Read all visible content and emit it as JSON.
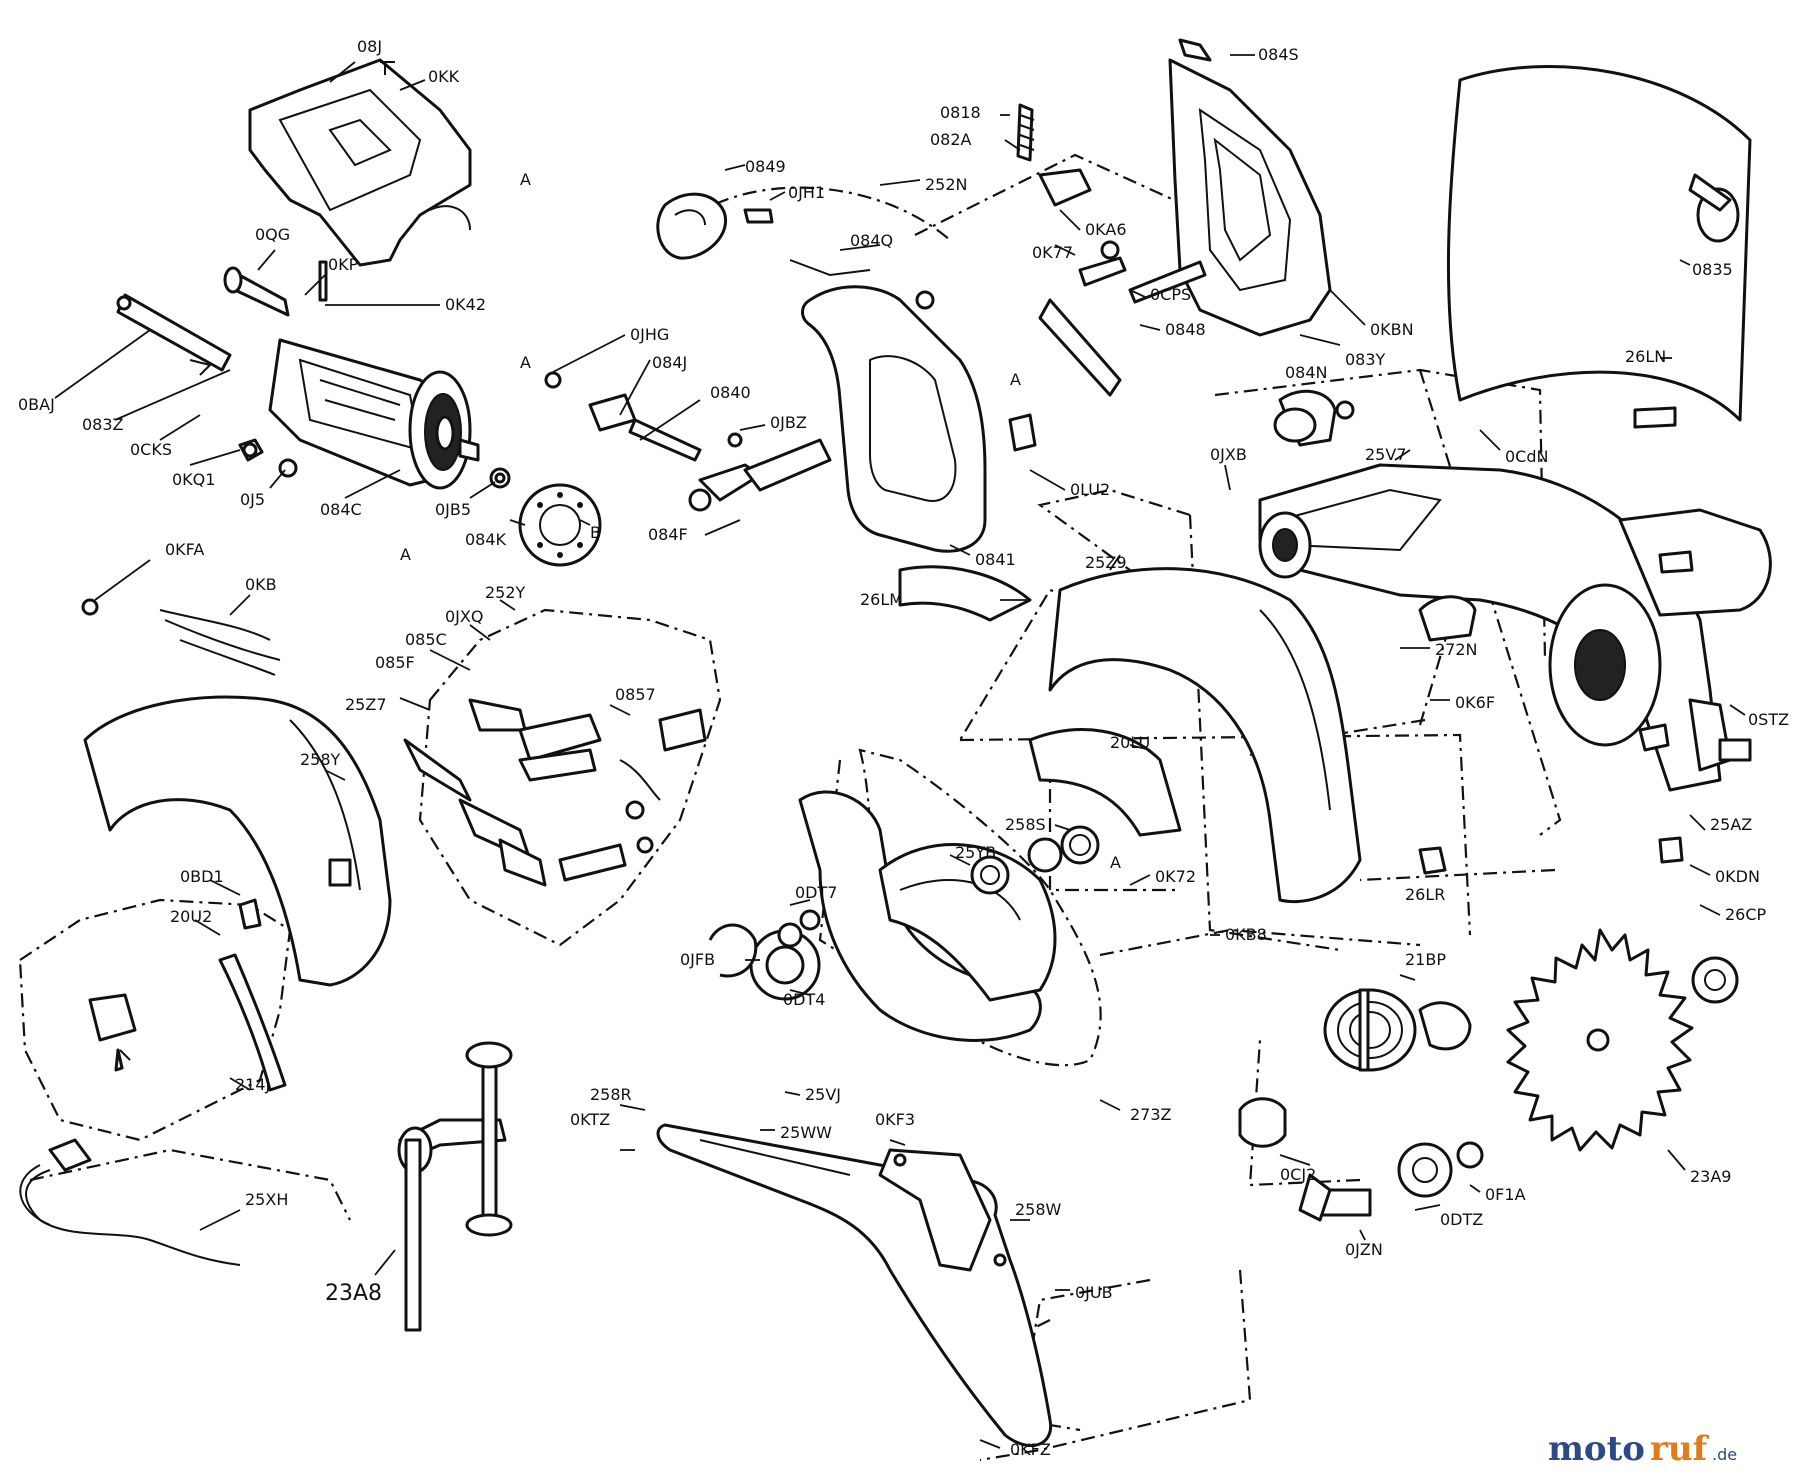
{
  "labels": {
    "l_08J": "08J",
    "l_0KK": "0KK",
    "l_0QG": "0QG",
    "l_0KP": "0KP",
    "l_0K42": "0K42",
    "l_0BAJ": "0BAJ",
    "l_083Z": "083Z",
    "l_0CKS": "0CKS",
    "l_0KQ1": "0KQ1",
    "l_0J5": "0J5",
    "l_084C": "084C",
    "l_0JB5": "0JB5",
    "l_084K": "084K",
    "l_B": "B",
    "l_0849": "0849",
    "l_0JH1": "0JH1",
    "l_252N": "252N",
    "l_084Q": "084Q",
    "l_0JHG": "0JHG",
    "l_084J": "084J",
    "l_0840": "0840",
    "l_0JBZ": "0JBZ",
    "l_084F": "084F",
    "l_084S": "084S",
    "l_0818": "0818",
    "l_082A": "082A",
    "l_0KA6": "0KA6",
    "l_0K77": "0K77",
    "l_0CPS": "0CPS",
    "l_0848": "0848",
    "l_0LU2": "0LU2",
    "l_0841": "0841",
    "l_0KBN": "0KBN",
    "l_083Y": "083Y",
    "l_0835": "0835",
    "l_26LN": "26LN",
    "l_084N": "084N",
    "l_0CdN": "0CdN",
    "l_0JXB": "0JXB",
    "l_25V7": "25V7",
    "l_25Z9": "25Z9",
    "l_26LM": "26LM",
    "l_272N": "272N",
    "l_0K6F": "0K6F",
    "l_0STZ": "0STZ",
    "l_0KFA": "0KFA",
    "l_0KB": "0KB",
    "l_252Y": "252Y",
    "l_0JXQ": "0JXQ",
    "l_085C": "085C",
    "l_085F": "085F",
    "l_25Z7": "25Z7",
    "l_0857": "0857",
    "l_258Y": "258Y",
    "l_0BD1": "0BD1",
    "l_20U2": "20U2",
    "l_214J": "214J",
    "l_25YB": "25YB",
    "l_20LU": "20LU",
    "l_258S": "258S",
    "l_0K72": "0K72",
    "l_0KB8": "0KB8",
    "l_26LR": "26LR",
    "l_25AZ": "25AZ",
    "l_0KDN": "0KDN",
    "l_26CP": "26CP",
    "l_0DT7": "0DT7",
    "l_0JFB": "0JFB",
    "l_0DT4": "0DT4",
    "l_25VJ": "25VJ",
    "l_25WW": "25WW",
    "l_258R": "258R",
    "l_0KTZ": "0KTZ",
    "l_0KF3": "0KF3",
    "l_273Z": "273Z",
    "l_258W": "258W",
    "l_0JUB": "0JUB",
    "l_0KFZ": "0KFZ",
    "l_25XH": "25XH",
    "l_23A8": "23A8",
    "l_21BP": "21BP",
    "l_0CJ2": "0CJ2",
    "l_0DTZ": "0DTZ",
    "l_0F1A": "0F1A",
    "l_0JZN": "0JZN",
    "l_23A9": "23A9",
    "l_A1": "A",
    "l_A2": "A",
    "l_A3": "A",
    "l_A4": "A",
    "l_A5": "A"
  },
  "watermark": {
    "part1": "moto",
    "part2": "ruf",
    "suffix": ".de"
  }
}
